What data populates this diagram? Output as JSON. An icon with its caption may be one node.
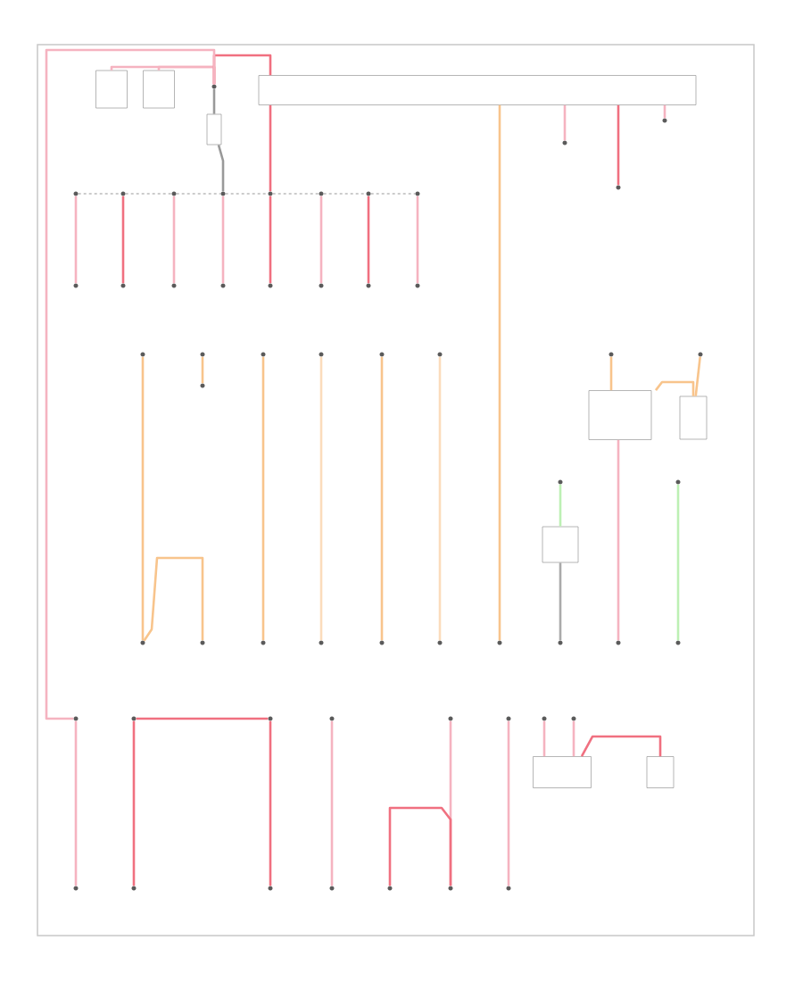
{
  "diagram": {
    "nodes": [
      {
        "text": [],
        "shape": "box"
      },
      {
        "text": [],
        "shape": "box"
      },
      {
        "text": [],
        "shape": "circle"
      },
      {
        "text": [],
        "shape": "box"
      },
      {
        "text": [],
        "shape": "box"
      },
      {
        "text": [],
        "shape": "circle"
      },
      {
        "text": [],
        "shape": "circle"
      },
      {
        "text": [],
        "shape": "circle"
      },
      {
        "text": [],
        "shape": "circle"
      },
      {
        "text": [],
        "shape": "circle"
      },
      {
        "text": [],
        "shape": "circle"
      },
      {
        "text": [],
        "shape": "circle"
      },
      {
        "text": [],
        "shape": "circle"
      },
      {
        "text": [],
        "shape": "circle"
      },
      {
        "text": [],
        "shape": "circle"
      },
      {
        "text": [],
        "shape": "circle"
      },
      {
        "text": [],
        "shape": "circle"
      },
      {
        "text": [],
        "shape": "circle"
      },
      {
        "text": [],
        "shape": "circle"
      },
      {
        "text": [],
        "shape": "circle"
      },
      {
        "text": [],
        "shape": "circle"
      },
      {
        "text": [],
        "shape": "circle"
      },
      {
        "text": [],
        "shape": "circle"
      },
      {
        "text": [],
        "shape": "circle"
      },
      {
        "text": [],
        "shape": "circle"
      },
      {
        "text": [],
        "shape": "circle"
      },
      {
        "text": [],
        "shape": "circle"
      },
      {
        "text": [],
        "shape": "circle"
      },
      {
        "text": [],
        "shape": "circle"
      },
      {
        "text": [],
        "shape": "circle"
      },
      {
        "text": [],
        "shape": "circle"
      },
      {
        "text": [],
        "shape": "circle"
      },
      {
        "text": [],
        "shape": "circle"
      },
      {
        "text": [],
        "shape": "circle"
      },
      {
        "text": [],
        "shape": "circle"
      },
      {
        "text": [],
        "shape": "circle"
      },
      {
        "text": [],
        "shape": "circle"
      },
      {
        "text": [],
        "shape": "circle"
      },
      {
        "text": [],
        "shape": "circle"
      },
      {
        "text": [],
        "shape": "circle"
      },
      {
        "text": [],
        "shape": "box"
      },
      {
        "text": [],
        "shape": "box"
      },
      {
        "text": [],
        "shape": "circle"
      },
      {
        "text": [],
        "shape": "circle"
      },
      {
        "text": [],
        "shape": "box"
      },
      {
        "text": [],
        "shape": "circle"
      },
      {
        "text": [],
        "shape": "circle"
      },
      {
        "text": [],
        "shape": "circle"
      },
      {
        "text": [],
        "shape": "circle"
      },
      {
        "text": [],
        "shape": "circle"
      },
      {
        "text": [],
        "shape": "circle"
      },
      {
        "text": [],
        "shape": "circle"
      },
      {
        "text": [],
        "shape": "circle"
      },
      {
        "text": [],
        "shape": "circle"
      },
      {
        "text": [],
        "shape": "circle"
      },
      {
        "text": [],
        "shape": "circle"
      },
      {
        "text": [],
        "shape": "circle"
      },
      {
        "text": [],
        "shape": "circle"
      },
      {
        "text": [],
        "shape": "circle"
      },
      {
        "text": [],
        "shape": "box"
      },
      {
        "text": [],
        "shape": "box"
      },
      {
        "text": [],
        "shape": "circle"
      },
      {
        "text": [],
        "shape": "circle"
      },
      {
        "text": [],
        "shape": "circle"
      },
      {
        "text": [],
        "shape": "circle"
      }
    ],
    "edges": [
      {
        "from": 2,
        "to": 0,
        "arrow": "none"
      },
      {
        "from": 2,
        "to": 1,
        "arrow": "none"
      },
      {
        "from": 2,
        "to": 4,
        "arrow": "none",
        "color": "#f07080"
      },
      {
        "from": 2,
        "to": 47,
        "arrow": "none"
      },
      {
        "from": 2,
        "to": 3,
        "arrow": "none",
        "color": "#999999"
      },
      {
        "from": 3,
        "to": 8,
        "arrow": "none",
        "color": "#999999"
      },
      {
        "from": 5,
        "to": 6,
        "arrow": "none",
        "style": "dashed",
        "color": "#999999"
      },
      {
        "from": 6,
        "to": 7,
        "arrow": "none",
        "style": "dashed",
        "color": "#999999"
      },
      {
        "from": 7,
        "to": 8,
        "arrow": "none",
        "style": "dashed",
        "color": "#999999"
      },
      {
        "from": 8,
        "to": 9,
        "arrow": "none",
        "style": "dashed",
        "color": "#999999"
      },
      {
        "from": 9,
        "to": 10,
        "arrow": "none",
        "style": "dashed",
        "color": "#999999"
      },
      {
        "from": 10,
        "to": 11,
        "arrow": "none",
        "style": "dashed",
        "color": "#999999"
      },
      {
        "from": 11,
        "to": 12,
        "arrow": "none",
        "style": "dashed",
        "color": "#999999"
      },
      {
        "from": 4,
        "to": 9,
        "arrow": "none",
        "color": "#f07080"
      },
      {
        "from": 5,
        "to": 13,
        "arrow": "none"
      },
      {
        "from": 6,
        "to": 14,
        "arrow": "none",
        "color": "#f07080"
      },
      {
        "from": 7,
        "to": 15,
        "arrow": "none"
      },
      {
        "from": 8,
        "to": 16,
        "arrow": "none"
      },
      {
        "from": 9,
        "to": 17,
        "arrow": "none",
        "color": "#f07080"
      },
      {
        "from": 10,
        "to": 18,
        "arrow": "none"
      },
      {
        "from": 11,
        "to": 19,
        "arrow": "none",
        "color": "#f07080"
      },
      {
        "from": 12,
        "to": 20,
        "arrow": "none"
      },
      {
        "from": 4,
        "to": 21,
        "arrow": "none"
      },
      {
        "from": 4,
        "to": 22,
        "arrow": "none",
        "color": "#f07080"
      },
      {
        "from": 4,
        "to": 23,
        "arrow": "none"
      },
      {
        "from": 4,
        "to": 36,
        "arrow": "none",
        "color": "#f8c48c"
      },
      {
        "from": 24,
        "to": 30,
        "arrow": "none",
        "color": "#f8c48c"
      },
      {
        "from": 30,
        "to": 31,
        "arrow": "none",
        "color": "#f8c48c"
      },
      {
        "from": 25,
        "to": 63,
        "arrow": "none",
        "color": "#f8c48c"
      },
      {
        "from": 26,
        "to": 32,
        "arrow": "none",
        "color": "#f8c48c"
      },
      {
        "from": 27,
        "to": 33,
        "arrow": "none",
        "color": "#fbdcbc"
      },
      {
        "from": 28,
        "to": 34,
        "arrow": "none",
        "color": "#f8c48c"
      },
      {
        "from": 29,
        "to": 35,
        "arrow": "none",
        "color": "#fbdcbc"
      },
      {
        "from": 42,
        "to": 40,
        "arrow": "none",
        "color": "#f8c48c"
      },
      {
        "from": 43,
        "to": 41,
        "arrow": "none",
        "color": "#f8c48c"
      },
      {
        "from": 40,
        "to": 41,
        "arrow": "none",
        "color": "#f8c48c"
      },
      {
        "from": 40,
        "to": 38,
        "arrow": "none"
      },
      {
        "from": 45,
        "to": 44,
        "arrow": "none",
        "color": "#bdf0b4"
      },
      {
        "from": 44,
        "to": 37,
        "arrow": "none",
        "color": "#aaaaaa"
      },
      {
        "from": 46,
        "to": 39,
        "arrow": "none",
        "color": "#bdf0b4"
      },
      {
        "from": 47,
        "to": 52,
        "arrow": "none"
      },
      {
        "from": 48,
        "to": 49,
        "arrow": "none",
        "color": "#f07080"
      },
      {
        "from": 48,
        "to": 53,
        "arrow": "none",
        "color": "#f07080"
      },
      {
        "from": 49,
        "to": 54,
        "arrow": "none",
        "color": "#f07080"
      },
      {
        "from": 50,
        "to": 55,
        "arrow": "none"
      },
      {
        "from": 51,
        "to": 58,
        "arrow": "none"
      },
      {
        "from": 64,
        "to": 57,
        "arrow": "none"
      },
      {
        "from": 56,
        "to": 57,
        "arrow": "none",
        "color": "#f07080"
      },
      {
        "from": 61,
        "to": 59,
        "arrow": "none"
      },
      {
        "from": 62,
        "to": 59,
        "arrow": "none"
      },
      {
        "from": 59,
        "to": 60,
        "arrow": "none",
        "color": "#f07080"
      }
    ]
  }
}
